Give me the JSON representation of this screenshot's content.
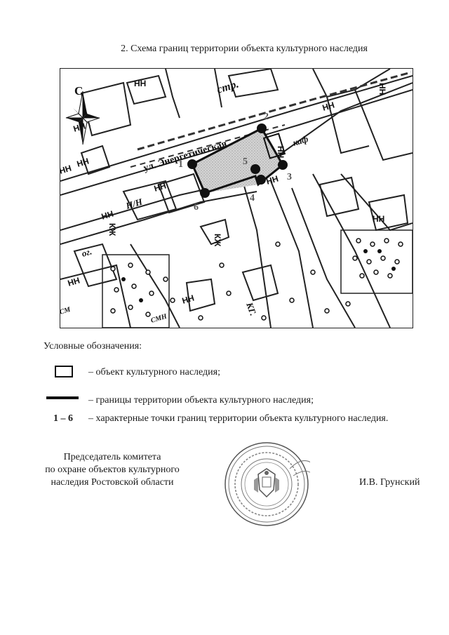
{
  "title": "2. Схема границ территории объекта культурного наследия",
  "map": {
    "compass_letter": "С",
    "street_label": "ул. Энергетическая",
    "street_label_2": "стр.",
    "building_marks": [
      "НН",
      "НН",
      "НН",
      "НН",
      "НН",
      "НН",
      "НН",
      "НН",
      "НН",
      "НН",
      "КЖ",
      "НН",
      "КЖ",
      "НН",
      "НН"
    ],
    "cafe_label": "каф",
    "misc_labels": [
      "ог.",
      "КГ.",
      "Н/Н",
      "СМН",
      "СМ"
    ],
    "points": [
      {
        "id": "1",
        "label": "1"
      },
      {
        "id": "2",
        "label": "2"
      },
      {
        "id": "3",
        "label": "3"
      },
      {
        "id": "4",
        "label": "4"
      },
      {
        "id": "5",
        "label": "5"
      },
      {
        "id": "6",
        "label": "6"
      }
    ],
    "colors": {
      "boundary": "#111111",
      "object_fill": "#c8c8c8",
      "streets": "#222222"
    }
  },
  "legend": {
    "title": "Условные обозначения:",
    "object_text": "– объект культурного наследия;",
    "boundary_text": "– границы территории объекта культурного наследия;",
    "points_range": "1 – 6",
    "points_text": "– характерные точки границ территории объекта культурного наследия."
  },
  "signature": {
    "position_line1": "Председатель комитета",
    "position_line2": "по охране объектов культурного",
    "position_line3": "наследия Ростовской области",
    "name": "И.В. Грунский"
  }
}
